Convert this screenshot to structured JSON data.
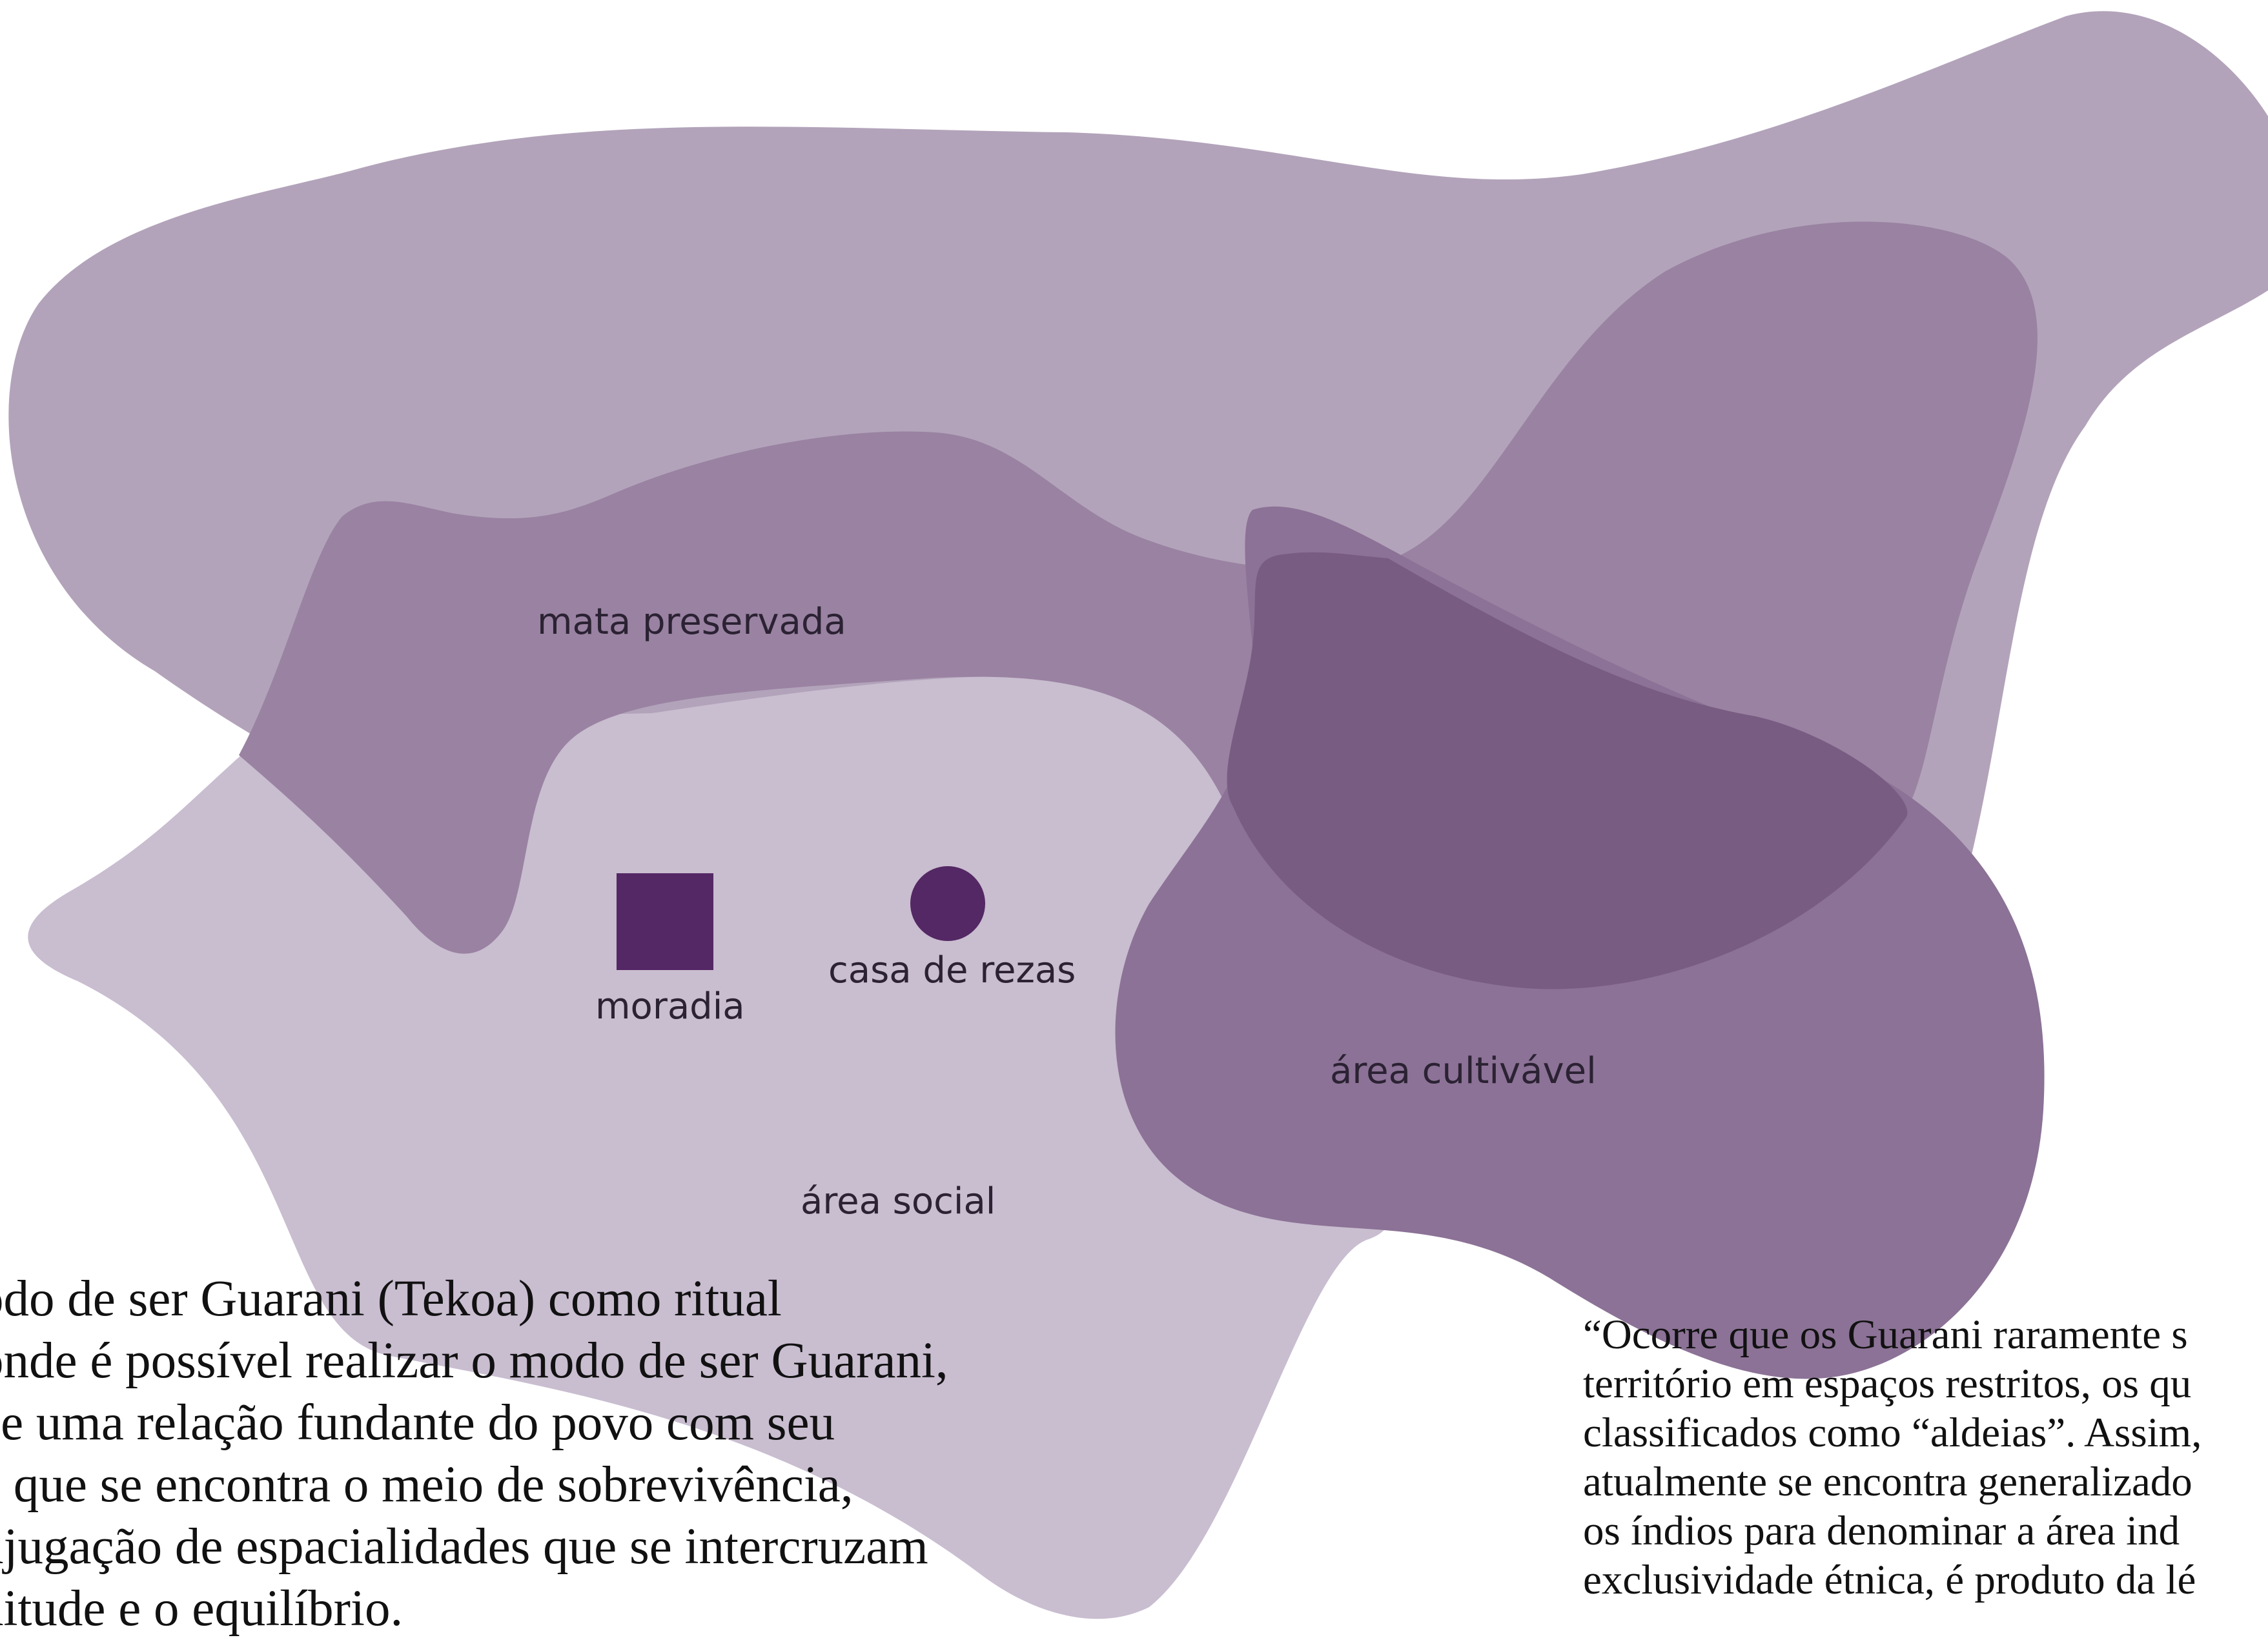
{
  "colors": {
    "mata_preservada": "#b2a3ba",
    "area_social": "#c9bdd0",
    "band": "#9a82a2",
    "area_cultivavel": "#8c7296",
    "overlap": "#795c82",
    "marker": "#542864",
    "label": "#2b2233",
    "text": "#111111"
  },
  "labels": {
    "mata_preservada": "mata preservada",
    "moradia": "moradia",
    "casa_de_rezas": "casa de rezas",
    "area_cultivavel": "área cultivável",
    "area_social": "área social"
  },
  "markers": {
    "moradia_icon": "square-marker",
    "casa_de_rezas_icon": "circle-marker"
  },
  "left_text": [
    "odo de ser Guarani (Tekoa) como ritual",
    "onde é possível realizar o modo de ser Guarani,",
    "ce uma relação fundante do povo com seu",
    "a que se encontra o meio de sobrevivência,",
    "njugação de espacialidades que se intercruzam",
    "nitude e o equilíbrio."
  ],
  "right_text": [
    "“Ocorre que os Guarani raramente s",
    "território em espaços restritos, os qu",
    "classificados como “aldeias”. Assim,",
    "atualmente se encontra generalizado",
    "os índios para denominar a área ind",
    "exclusividade étnica, é produto da lé"
  ]
}
